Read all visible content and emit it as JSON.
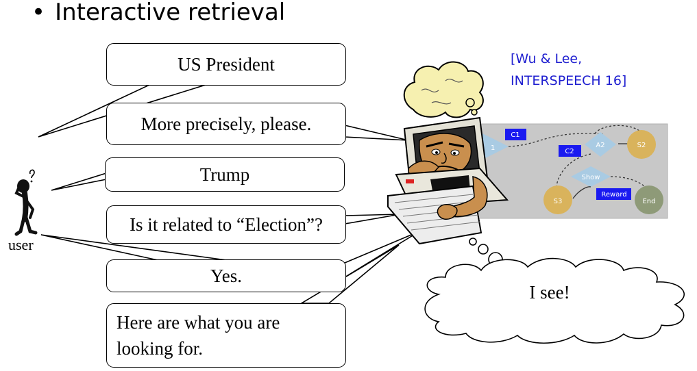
{
  "slide": {
    "bullet": "•",
    "title": "Interactive retrieval",
    "citation": {
      "line1": "[Wu & Lee,",
      "line2": "INTERSPEECH 16]"
    }
  },
  "dialog": {
    "user_query": "US President",
    "system_ask_1": "More precisely, please.",
    "user_reply_1": "Trump",
    "system_ask_2": "Is it related to “Election”?",
    "user_reply_2": "Yes.",
    "system_result_line1": "Here are what you are",
    "system_result_line2": "looking for."
  },
  "user_label": "user",
  "thought_cloud": "I see!",
  "flow_diagram": {
    "nodes": {
      "s1_partial": "1",
      "c1": "C1",
      "a2": "A2",
      "s2": "S2",
      "c2": "C2",
      "show": "Show",
      "s3": "S3",
      "reward": "Reward",
      "end": "End"
    }
  },
  "colors": {
    "citation": "#1f1fd0",
    "diamond": "#a9cbe3",
    "state_node": "#d9b35c",
    "end_node": "#8e9a78",
    "label_box": "#1a1af0",
    "panel": "#c8c8c8"
  }
}
